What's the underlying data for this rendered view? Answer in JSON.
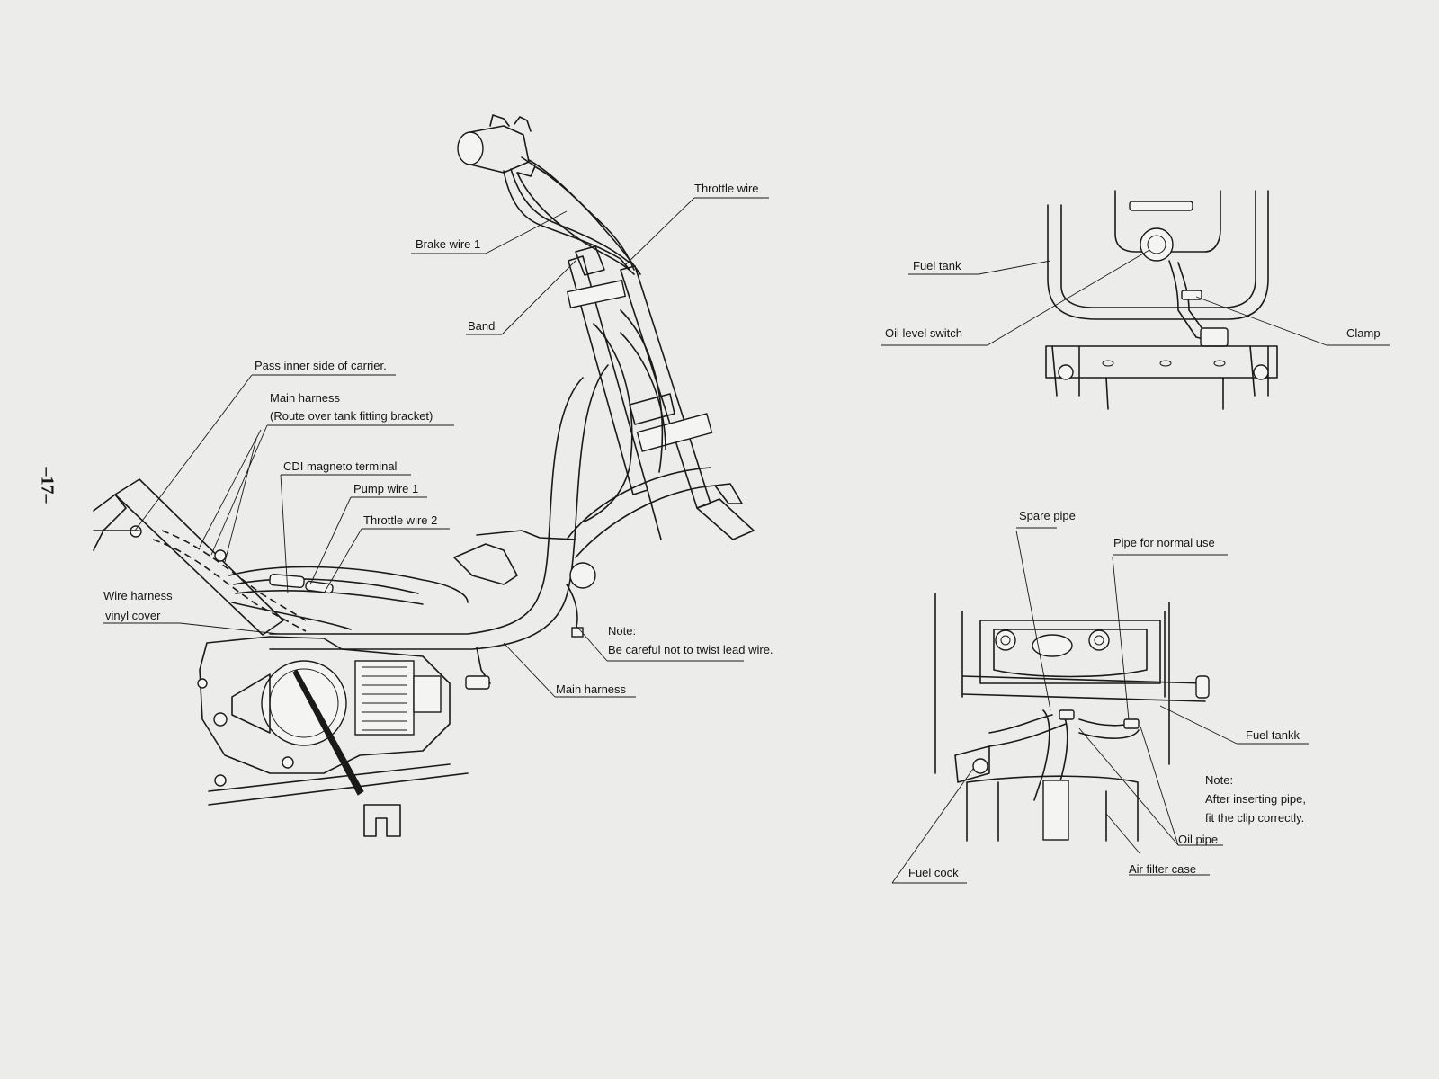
{
  "page": {
    "number": "–17–"
  },
  "main_diagram": {
    "labels": {
      "throttle_wire": "Throttle wire",
      "brake_wire_1": "Brake wire 1",
      "band": "Band",
      "pass_inner_side": "Pass inner side of carrier.",
      "main_harness_top_1": "Main harness",
      "main_harness_top_2": "(Route over tank fitting bracket)",
      "cdi_magneto": "CDI magneto terminal",
      "pump_wire_1": "Pump wire 1",
      "throttle_wire_2": "Throttle wire 2",
      "wire_harness_1": "Wire harness",
      "wire_harness_2": "vinyl cover",
      "note_title": "Note:",
      "note_text": "Be careful not to twist lead wire.",
      "main_harness_bottom": "Main harness"
    }
  },
  "tank_diagram": {
    "labels": {
      "fuel_tank": "Fuel tank",
      "oil_level_switch": "Oil level switch",
      "clamp": "Clamp"
    }
  },
  "pipe_diagram": {
    "labels": {
      "spare_pipe": "Spare pipe",
      "pipe_normal_use": "Pipe for normal use",
      "fuel_tankk": "Fuel tankk",
      "note_title": "Note:",
      "note_line_1": "After inserting pipe,",
      "note_line_2": "fit the clip correctly.",
      "oil_pipe": "Oil pipe",
      "air_filter_case": "Air filter case",
      "fuel_cock": "Fuel cock"
    }
  }
}
